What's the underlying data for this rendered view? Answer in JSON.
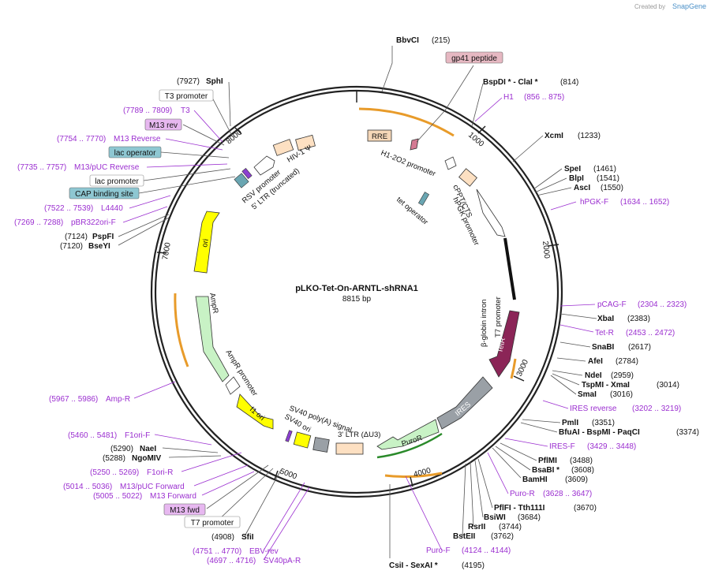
{
  "credit": {
    "created_by": "Created by",
    "brand": "SnapGene"
  },
  "plasmid": {
    "name": "pLKO-Tet-On-ARNTL-shRNA1",
    "size": "8815 bp"
  },
  "ticks": [
    "1000",
    "2000",
    "3000",
    "4000",
    "5000",
    "7000",
    "8000"
  ],
  "inner_labels": {
    "rre": "RRE",
    "h1": "H1-2O2 promoter",
    "tetop": "tet operator",
    "cppt": "cPPT/CTS",
    "hpgk": "hPGK promoter",
    "bglobin": "β-globin intron",
    "t7": "T7 promoter",
    "tetr": "TetR",
    "ires": "IRES",
    "puror": "PuroR",
    "ltr3": "3' LTR (ΔU3)",
    "sv40pa": "SV40 poly(A) signal",
    "sv40ori": "SV40 ori",
    "f1ori": "f1 ori",
    "ampr_prom": "AmpR promoter",
    "ampr": "AmpR",
    "ori": "ori",
    "rsv": "RSV promoter",
    "ltr5": "5' LTR (truncated)",
    "hiv": "HIV-1 Ψ"
  },
  "features": {
    "bbvci": "BbvCI",
    "bbvci_pos": "(215)",
    "gp41": "gp41 peptide",
    "bspdi": "BspDI * - ClaI *",
    "bspdi_pos": "(814)",
    "h1": "H1",
    "h1_pos": "(856 .. 875)",
    "xcmi": "XcmI",
    "xcmi_pos": "(1233)",
    "spei": "SpeI",
    "spei_pos": "(1461)",
    "blpi": "BlpI",
    "blpi_pos": "(1541)",
    "asci": "AscI",
    "asci_pos": "(1550)",
    "hpgkf": "hPGK-F",
    "hpgkf_pos": "(1634 .. 1652)",
    "pcagf": "pCAG-F",
    "pcagf_pos": "(2304 .. 2323)",
    "xbai": "XbaI",
    "xbai_pos": "(2383)",
    "tetr": "Tet-R",
    "tetr_pos": "(2453 .. 2472)",
    "snabi": "SnaBI",
    "snabi_pos": "(2617)",
    "afei": "AfeI",
    "afei_pos": "(2784)",
    "ndei": "NdeI",
    "ndei_pos": "(2959)",
    "tspmi": "TspMI - XmaI",
    "tspmi_pos": "(3014)",
    "smai": "SmaI",
    "smai_pos": "(3016)",
    "iresrev": "IRES reverse",
    "iresrev_pos": "(3202 .. 3219)",
    "pmli": "PmlI",
    "pmli_pos": "(3351)",
    "bfuai": "BfuAI - BspMI - PaqCI",
    "bfuai_pos": "(3374)",
    "iresf": "IRES-F",
    "iresf_pos": "(3429 .. 3448)",
    "pflmi": "PflMI",
    "pflmi_pos": "(3488)",
    "bsabi": "BsaBI *",
    "bsabi_pos": "(3608)",
    "bamhi": "BamHI",
    "bamhi_pos": "(3609)",
    "purorp": "Puro-R",
    "purorp_pos": "(3628 .. 3647)",
    "pflfi": "PflFI - Tth111I",
    "pflfi_pos": "(3670)",
    "bsiwi": "BsiWI",
    "bsiwi_pos": "(3684)",
    "rsrii": "RsrII",
    "rsrii_pos": "(3744)",
    "bsteii": "BstEII",
    "bsteii_pos": "(3762)",
    "purof": "Puro-F",
    "purof_pos": "(4124 .. 4144)",
    "csii": "CsiI - SexAI *",
    "csii_pos": "(4195)",
    "sphi": "SphI",
    "sphi_pos": "(7927)",
    "t3prom": "T3 promoter",
    "t3": "T3",
    "t3_pos": "(7789 .. 7809)",
    "m13rev": "M13 rev",
    "m13reverse": "M13 Reverse",
    "m13reverse_pos": "(7754 .. 7770)",
    "lacop": "lac operator",
    "m13puc": "M13/pUC Reverse",
    "m13puc_pos": "(7735 .. 7757)",
    "lacprom": "lac promoter",
    "cap": "CAP binding site",
    "l4440": "L4440",
    "l4440_pos": "(7522 .. 7539)",
    "pbr": "pBR322ori-F",
    "pbr_pos": "(7269 .. 7288)",
    "pspfi": "PspFI",
    "pspfi_pos": "(7124)",
    "bseyi": "BseYI",
    "bseyi_pos": "(7120)",
    "ampr": "Amp-R",
    "ampr_pos": "(5967 .. 5986)",
    "f1orif": "F1ori-F",
    "f1orif_pos": "(5460 .. 5481)",
    "naei": "NaeI",
    "naei_pos": "(5290)",
    "ngomiv": "NgoMIV",
    "ngomiv_pos": "(5288)",
    "f1orir": "F1ori-R",
    "f1orir_pos": "(5250 .. 5269)",
    "m13pucf": "M13/pUC Forward",
    "m13pucf_pos": "(5014 .. 5036)",
    "m13f": "M13 Forward",
    "m13f_pos": "(5005 .. 5022)",
    "m13fwd": "M13 fwd",
    "t7prom": "T7 promoter",
    "sfii": "SfiI",
    "sfii_pos": "(4908)",
    "ebv": "EBV-rev",
    "ebv_pos": "(4751 .. 4770)",
    "sv40pa": "SV40pA-R",
    "sv40pa_pos": "(4697 .. 4716)"
  },
  "colors": {
    "backbone": "#222222",
    "rre": "#f5d7b8",
    "tetr": "#8b2557",
    "ires": "#9aa0a6",
    "puror": "#c8f2c5",
    "ltr": "#fde0c2",
    "ori": "#ffff00",
    "ampr": "#c8f2c5",
    "primer": "#9b2fd0",
    "gp41": "#e6b8c2",
    "lacop": "#8ec7d2",
    "m13": "#e7b8f0",
    "orange": "#e89b2a"
  }
}
